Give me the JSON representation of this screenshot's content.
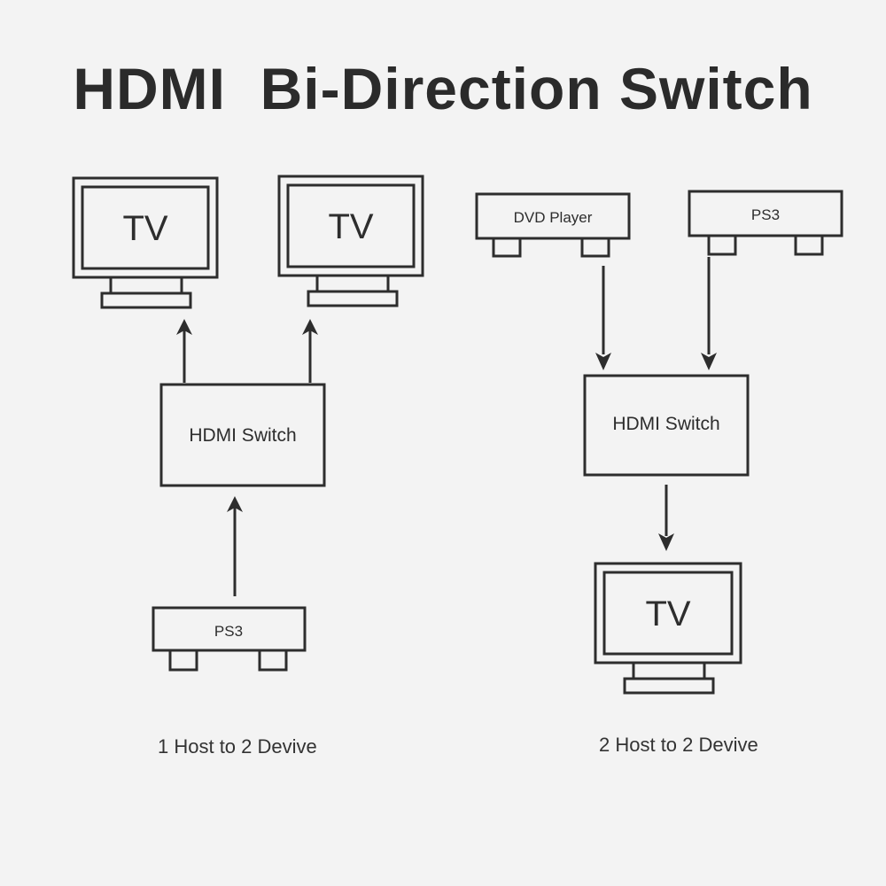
{
  "title": "HDMI  Bi-Direction Switch",
  "left_diagram": {
    "tv_1": "TV",
    "tv_2": "TV",
    "switch": "HDMI Switch",
    "source": "PS3",
    "caption": "1 Host to 2 Devive"
  },
  "right_diagram": {
    "source_1": "DVD Player",
    "source_2": "PS3",
    "switch": "HDMI Switch",
    "tv": "TV",
    "caption": "2 Host to 2 Devive"
  },
  "colors": {
    "line": "#2d2d2d",
    "background": "#f3f3f3"
  }
}
